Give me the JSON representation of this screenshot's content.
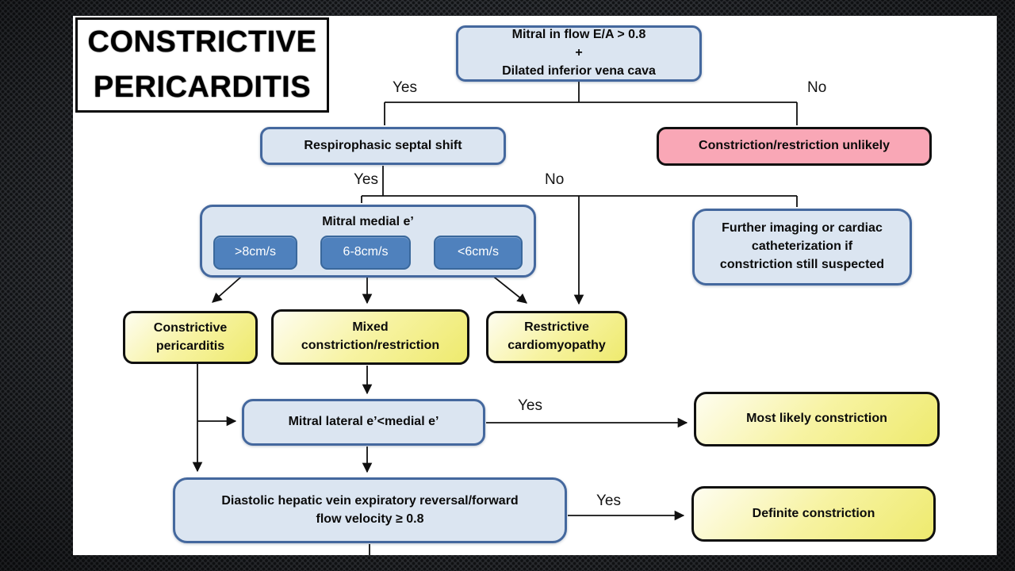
{
  "slide_title": {
    "line1": "CONSTRICTIVE",
    "line2": "PERICARDITIS"
  },
  "flowchart": {
    "root": {
      "lines": [
        "Mitral in flow E/A > 0.8",
        "+",
        "Dilated inferior vena cava"
      ]
    },
    "respirophasic_septal_shift": {
      "label": "Respirophasic septal shift"
    },
    "constriction_unlikely": {
      "label": "Constriction/restriction unlikely"
    },
    "mitral_medial": {
      "title": "Mitral medial e’",
      "options": [
        ">8cm/s",
        "6-8cm/s",
        "<6cm/s"
      ]
    },
    "further_imaging": {
      "lines": [
        "Further imaging or cardiac",
        "catheterization if",
        "constriction still suspected"
      ]
    },
    "constrictive_pericarditis": {
      "lines": [
        "Constrictive",
        "pericarditis"
      ]
    },
    "mixed_constriction_restriction": {
      "lines": [
        "Mixed",
        "constriction/restriction"
      ]
    },
    "restrictive_cardiomyopathy": {
      "lines": [
        "Restrictive",
        "cardiomyopathy"
      ]
    },
    "mitral_lateral": {
      "label": "Mitral lateral e’<medial e’"
    },
    "most_likely_constriction": {
      "label": "Most likely constriction"
    },
    "hepatic_vein": {
      "lines": [
        "Diastolic hepatic vein expiratory reversal/forward",
        "flow velocity ≥ 0.8"
      ]
    },
    "definite_constriction": {
      "label": "Definite constriction"
    },
    "edge_labels": {
      "root_yes": "Yes",
      "root_no": "No",
      "septal_yes": "Yes",
      "septal_no": "No",
      "lateral_yes": "Yes",
      "hepatic_yes": "Yes"
    }
  },
  "colors": {
    "background": "#3a3d42",
    "background_dot": "#17191c",
    "canvas": "#ffffff",
    "blue_fill": "#dbe5f1",
    "blue_border": "#44689e",
    "option_blue": "#4f81bd",
    "pink_fill": "#f9a7b6",
    "yellow_fill": "#eeea6e",
    "line": "#101010"
  }
}
